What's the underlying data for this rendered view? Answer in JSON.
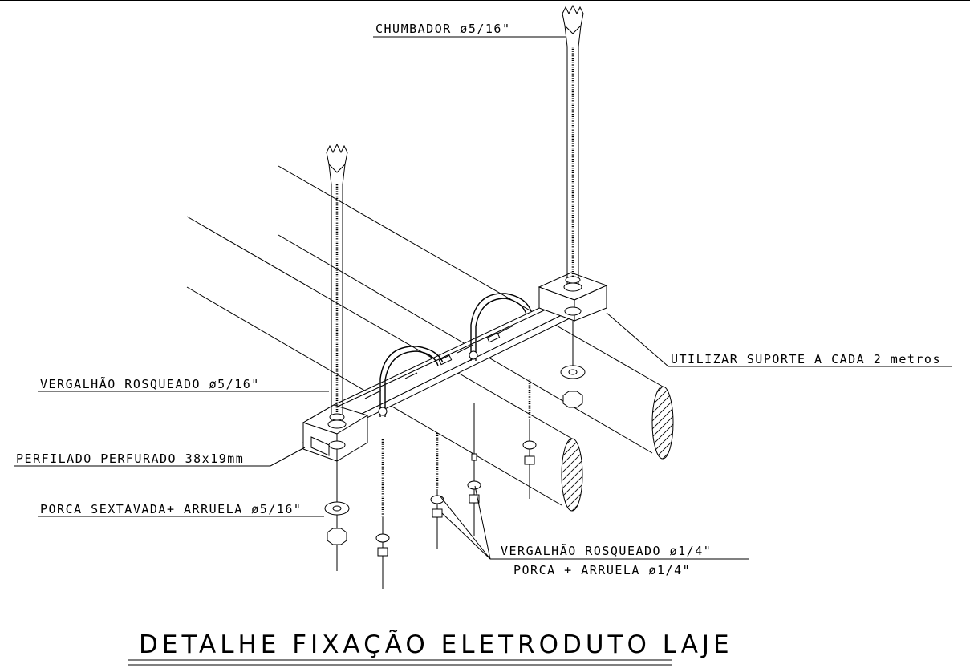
{
  "title": "DETALHE FIXAÇÃO ELETRODUTO LAJE",
  "labels": {
    "chumbador": "CHUMBADOR ø5/16\"",
    "suporte": "UTILIZAR SUPORTE A CADA 2 metros",
    "vergalhao_516": "VERGALHÃO ROSQUEADO ø5/16\"",
    "perfilado": "PERFILADO PERFURADO 38x19mm",
    "porca_516": "PORCA SEXTAVADA+ ARRUELA ø5/16\"",
    "vergalhao_14": "VERGALHÃO ROSQUEADO ø1/4\"",
    "porca_14": "PORCA + ARRUELA ø1/4\""
  }
}
